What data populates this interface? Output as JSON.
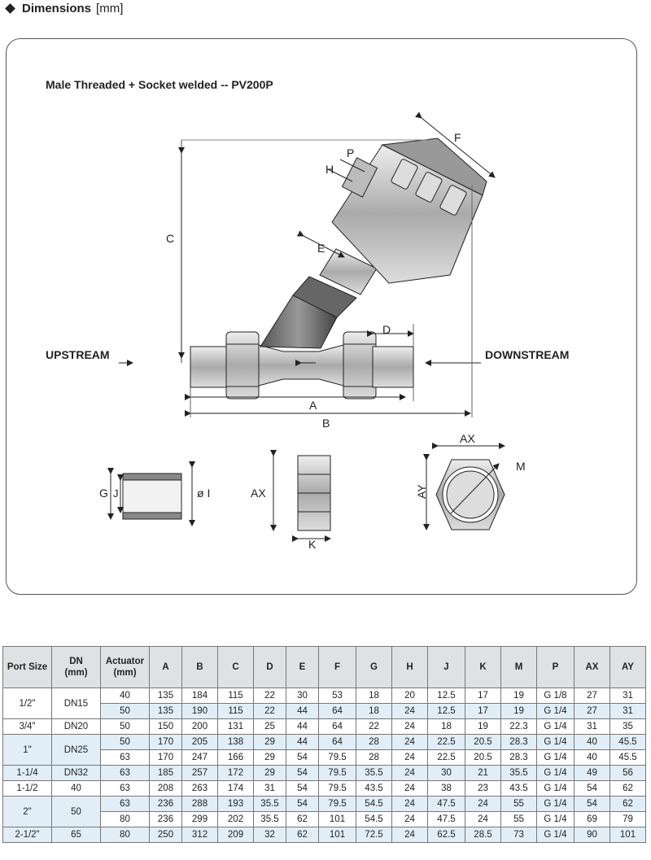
{
  "header": {
    "title": "Dimensions",
    "unit": "[mm]"
  },
  "diagram": {
    "title": "Male Threaded  + Socket welded -- PV200P",
    "upstream": "UPSTREAM",
    "downstream": "DOWNSTREAM",
    "labels": {
      "A": "A",
      "B": "B",
      "C": "C",
      "D": "D",
      "E": "E",
      "F": "F",
      "G": "G",
      "J": "J",
      "I": "ø I",
      "AX": "AX",
      "AX2": "AX",
      "AY": "AY",
      "K": "K",
      "M": "M",
      "H": "H",
      "P": "P"
    }
  },
  "table": {
    "headers": [
      {
        "l1": "Port Size",
        "l2": ""
      },
      {
        "l1": "DN",
        "l2": "(mm)"
      },
      {
        "l1": "Actuator",
        "l2": "(mm)"
      },
      {
        "l1": "A",
        "l2": ""
      },
      {
        "l1": "B",
        "l2": ""
      },
      {
        "l1": "C",
        "l2": ""
      },
      {
        "l1": "D",
        "l2": ""
      },
      {
        "l1": "E",
        "l2": ""
      },
      {
        "l1": "F",
        "l2": ""
      },
      {
        "l1": "G",
        "l2": ""
      },
      {
        "l1": "H",
        "l2": ""
      },
      {
        "l1": "J",
        "l2": ""
      },
      {
        "l1": "K",
        "l2": ""
      },
      {
        "l1": "M",
        "l2": ""
      },
      {
        "l1": "P",
        "l2": ""
      },
      {
        "l1": "AX",
        "l2": ""
      },
      {
        "l1": "AY",
        "l2": ""
      }
    ],
    "groups": [
      {
        "port": "1/2\"",
        "dn": "DN15",
        "rows": [
          [
            "40",
            "135",
            "184",
            "115",
            "22",
            "30",
            "53",
            "18",
            "20",
            "12.5",
            "17",
            "19",
            "G 1/8",
            "27",
            "31"
          ],
          [
            "50",
            "135",
            "190",
            "115",
            "22",
            "44",
            "64",
            "18",
            "24",
            "12.5",
            "17",
            "19",
            "G 1/4",
            "27",
            "31"
          ]
        ]
      },
      {
        "port": "3/4\"",
        "dn": "DN20",
        "rows": [
          [
            "50",
            "150",
            "200",
            "131",
            "25",
            "44",
            "64",
            "22",
            "24",
            "18",
            "19",
            "22.3",
            "G 1/4",
            "31",
            "35"
          ]
        ]
      },
      {
        "port": "1\"",
        "dn": "DN25",
        "rows": [
          [
            "50",
            "170",
            "205",
            "138",
            "29",
            "44",
            "64",
            "28",
            "24",
            "22.5",
            "20.5",
            "28.3",
            "G 1/4",
            "40",
            "45.5"
          ],
          [
            "63",
            "170",
            "247",
            "166",
            "29",
            "54",
            "79.5",
            "28",
            "24",
            "22.5",
            "20.5",
            "28.3",
            "G 1/4",
            "40",
            "45.5"
          ]
        ]
      },
      {
        "port": "1-1/4",
        "dn": "DN32",
        "rows": [
          [
            "63",
            "185",
            "257",
            "172",
            "29",
            "54",
            "79.5",
            "35.5",
            "24",
            "30",
            "21",
            "35.5",
            "G 1/4",
            "49",
            "56"
          ]
        ]
      },
      {
        "port": "1-1/2",
        "dn": "40",
        "rows": [
          [
            "63",
            "208",
            "263",
            "174",
            "31",
            "54",
            "79.5",
            "43.5",
            "24",
            "38",
            "23",
            "43.5",
            "G 1/4",
            "54",
            "62"
          ]
        ]
      },
      {
        "port": "2\"",
        "dn": "50",
        "rows": [
          [
            "63",
            "236",
            "288",
            "193",
            "35.5",
            "54",
            "79.5",
            "54.5",
            "24",
            "47.5",
            "24",
            "55",
            "G 1/4",
            "54",
            "62"
          ],
          [
            "80",
            "236",
            "299",
            "202",
            "35.5",
            "62",
            "101",
            "54.5",
            "24",
            "47.5",
            "24",
            "55",
            "G 1/4",
            "69",
            "79"
          ]
        ]
      },
      {
        "port": "2-1/2\"",
        "dn": "65",
        "rows": [
          [
            "80",
            "250",
            "312",
            "209",
            "32",
            "62",
            "101",
            "72.5",
            "24",
            "62.5",
            "28.5",
            "73",
            "G 1/4",
            "90",
            "101"
          ]
        ]
      }
    ]
  }
}
